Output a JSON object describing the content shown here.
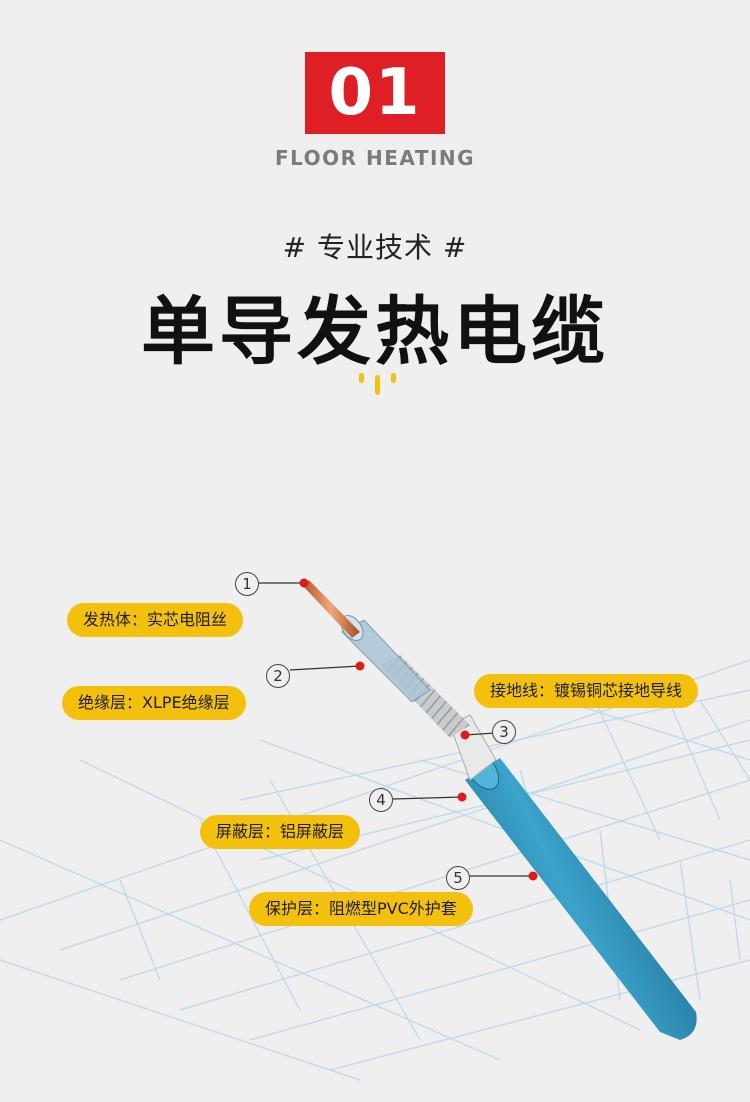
{
  "badge": {
    "number": "01"
  },
  "subtitle_en": "FLOOR HEATING",
  "tagline": "# 专业技术 #",
  "title": "单导发热电缆",
  "colors": {
    "badge_red": "#df1f26",
    "label_yellow": "#f3c10d",
    "jacket_blue": "#2a8fb5",
    "grid_line": "#b9d7ec"
  },
  "layers": [
    {
      "num": "1",
      "label": "发热体：实芯电阻丝"
    },
    {
      "num": "2",
      "label": "绝缘层：XLPE绝缘层"
    },
    {
      "num": "3",
      "label": "接地线：镀锡铜芯接地导线"
    },
    {
      "num": "4",
      "label": "屏蔽层：铝屏蔽层"
    },
    {
      "num": "5",
      "label": "保护层：阻燃型PVC外护套"
    }
  ]
}
